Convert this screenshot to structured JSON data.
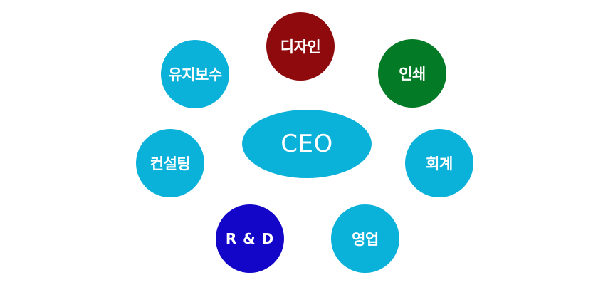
{
  "center": {
    "label": "CEO",
    "color": "#0ab1d9"
  },
  "departments": {
    "design": {
      "label": "디자인",
      "color": "#8f0a0d"
    },
    "print": {
      "label": "인쇄",
      "color": "#037b26"
    },
    "maintenance": {
      "label": "유지보수",
      "color": "#0ab1d9"
    },
    "consulting": {
      "label": "컨설팅",
      "color": "#0ab1d9"
    },
    "accounting": {
      "label": "회계",
      "color": "#0ab1d9"
    },
    "rnd": {
      "label": "R & D",
      "color": "#1406c8"
    },
    "sales": {
      "label": "영업",
      "color": "#0ab1d9"
    }
  }
}
